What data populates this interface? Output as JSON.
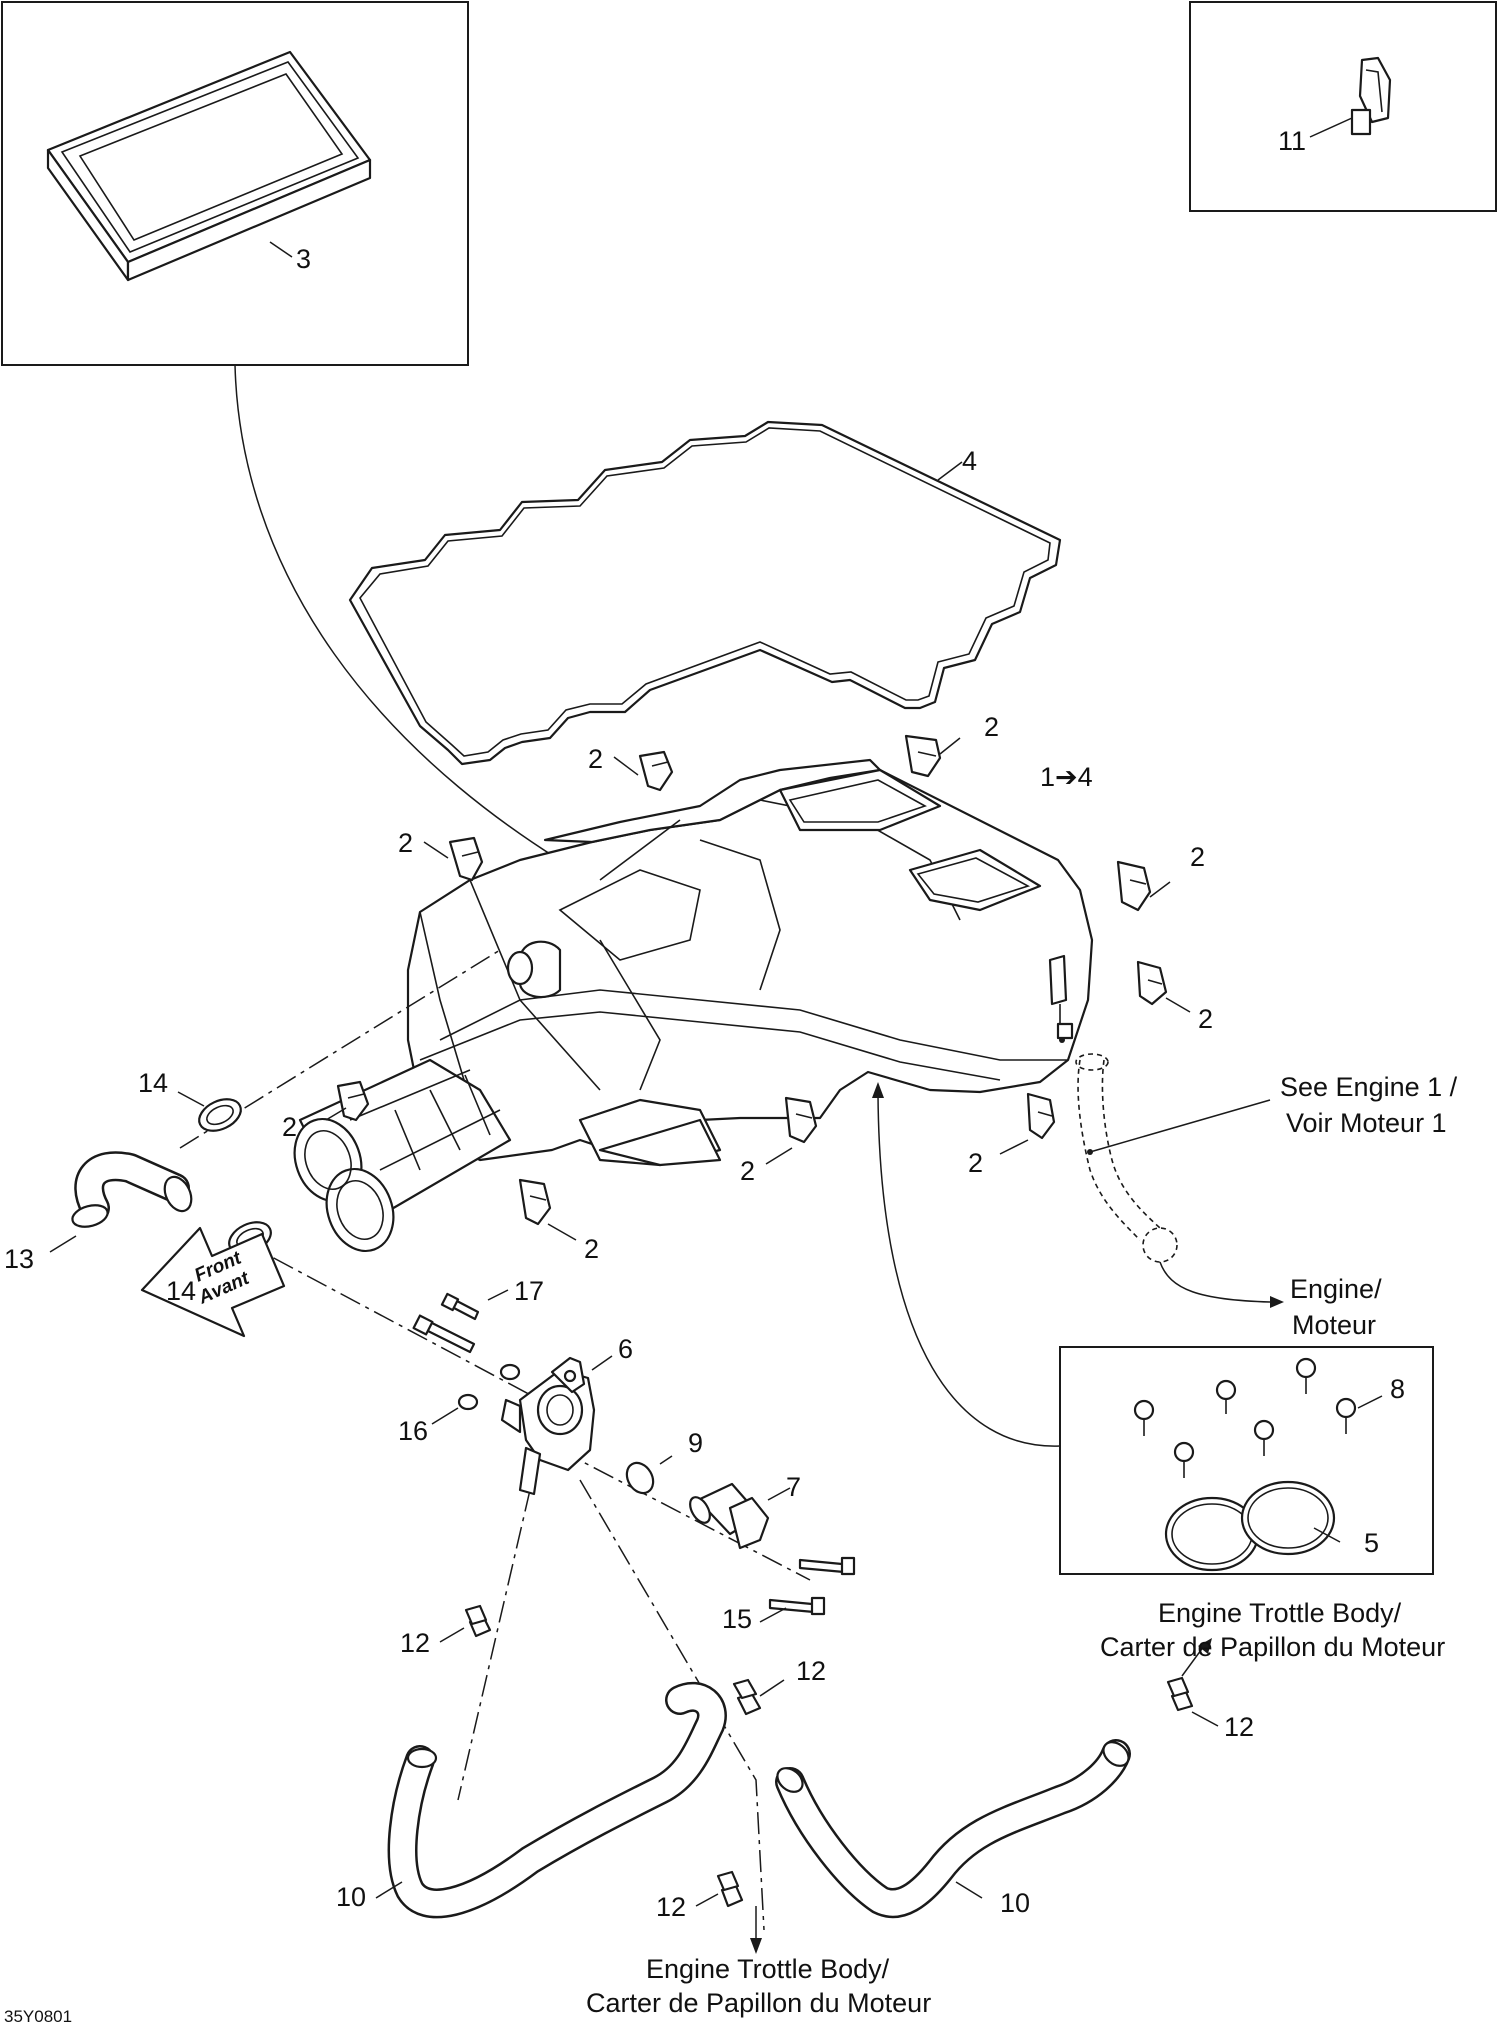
{
  "diagram": {
    "code": "35Y0801",
    "front_label_1": "Front",
    "front_label_2": "Avant",
    "notes": {
      "see_engine": [
        "See Engine 1 /",
        "Voir Moteur 1"
      ],
      "engine": [
        "Engine/",
        "Moteur"
      ],
      "throttle_right": [
        "Engine Trottle Body/",
        "Carter de Papillon du Moteur"
      ],
      "throttle_bottom": [
        "Engine Trottle Body/",
        "Carter de Papillon du Moteur"
      ]
    },
    "callouts": [
      "3",
      "11",
      "4",
      "2",
      "2",
      "1➔4",
      "2",
      "2",
      "2",
      "14",
      "2",
      "2",
      "2",
      "13",
      "14",
      "17",
      "6",
      "16",
      "9",
      "7",
      "8",
      "5",
      "15",
      "12",
      "12",
      "12",
      "12",
      "10",
      "10",
      "2"
    ]
  }
}
